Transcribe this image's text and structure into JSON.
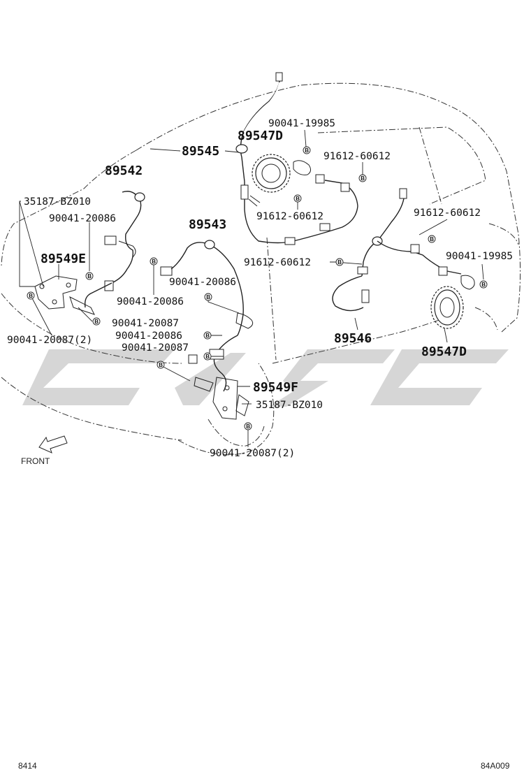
{
  "labels": {
    "p89545": "89545",
    "p89547d_top": "89547D",
    "p90041_19985_top": "90041-19985",
    "p91612_60612_a": "91612-60612",
    "p91612_60612_b": "91612-60612",
    "p91612_60612_c": "91612-60612",
    "p91612_60612_d": "91612-60612",
    "p89542": "89542",
    "p35187_bz010_left": "35187-BZ010",
    "p90041_20086_a": "90041-20086",
    "p89543": "89543",
    "p89549e": "89549E",
    "p90041_20086_b": "90041-20086",
    "p90041_20086_c": "90041-20086",
    "p90041_19985_right": "90041-19985",
    "p90041_20087_a": "90041-20087",
    "p90041_20087_2_left": "90041-20087(2)",
    "p90041_20086_d": "90041-20086",
    "p90041_20087_b": "90041-20087",
    "p89546": "89546",
    "p89547d_bottom": "89547D",
    "p89549f": "89549F",
    "p35187_bz010_right": "35187-BZ010",
    "p90041_20087_2_bottom": "90041-20087(2)"
  },
  "bolt_marker": "B",
  "front_label": "FRONT",
  "page_number": "8414",
  "figure_code": "84A009",
  "icons": {
    "front_arrow": "arrow-icon",
    "bolt": "bolt-marker-icon",
    "watermark": "watermark-logo"
  }
}
